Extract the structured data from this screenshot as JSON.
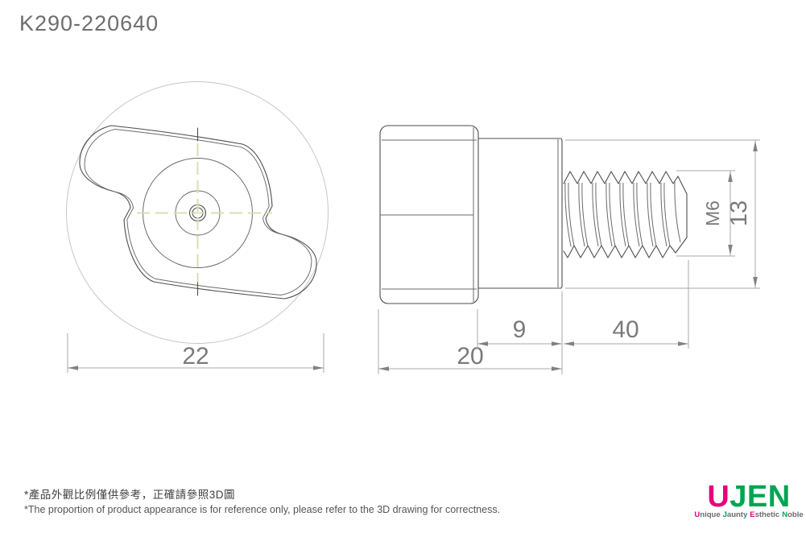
{
  "title": "K290-220640",
  "front_view": {
    "description": "two-lobe knob, front view",
    "diameter_dim": "22"
  },
  "side_view": {
    "description": "knob with threaded stud, side view",
    "head_length_dim": "20",
    "boss_length_dim": "9",
    "thread_length_dim": "40",
    "thread_spec": "M6",
    "diameter_dim": "13"
  },
  "footnotes": {
    "zh": "*產品外觀比例僅供參考，正確請參照3D圖",
    "en": "*The proportion of product appearance is for reference only, please refer to the 3D drawing for correctness."
  },
  "logo": {
    "brand_first": "U",
    "brand_rest": "JEN",
    "tagline": [
      {
        "initial": "U",
        "rest": "nique"
      },
      {
        "initial": "J",
        "rest": "aunty"
      },
      {
        "initial": "E",
        "rest": "sthetic"
      },
      {
        "initial": "N",
        "rest": "oble"
      }
    ]
  },
  "colors": {
    "brand_pink": "#e5007d",
    "brand_green": "#00a551",
    "centerline_olive": "#dcdcb6",
    "part_line": "#4d4d4d",
    "dimension_line": "#a8a8a8",
    "dimension_text": "#7a7a7a",
    "title_text": "#6e6e6e"
  }
}
